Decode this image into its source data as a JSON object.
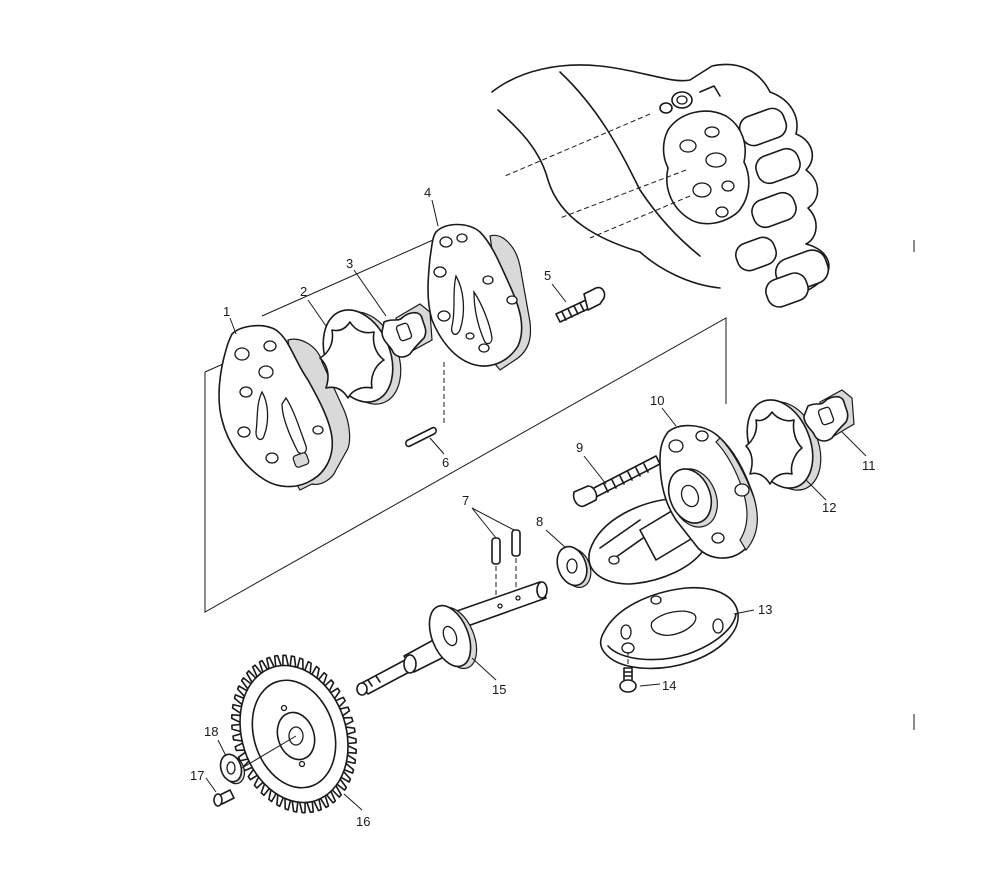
{
  "diagram": {
    "callouts": [
      {
        "id": "callout-1",
        "label": "1"
      },
      {
        "id": "callout-2",
        "label": "2"
      },
      {
        "id": "callout-3",
        "label": "3"
      },
      {
        "id": "callout-4",
        "label": "4"
      },
      {
        "id": "callout-5",
        "label": "5"
      },
      {
        "id": "callout-6",
        "label": "6"
      },
      {
        "id": "callout-7",
        "label": "7"
      },
      {
        "id": "callout-8",
        "label": "8"
      },
      {
        "id": "callout-9",
        "label": "9"
      },
      {
        "id": "callout-10",
        "label": "10"
      },
      {
        "id": "callout-11",
        "label": "11"
      },
      {
        "id": "callout-12",
        "label": "12"
      },
      {
        "id": "callout-13",
        "label": "13"
      },
      {
        "id": "callout-14",
        "label": "14"
      },
      {
        "id": "callout-15",
        "label": "15"
      },
      {
        "id": "callout-16",
        "label": "16"
      },
      {
        "id": "callout-17",
        "label": "17"
      },
      {
        "id": "callout-18",
        "label": "18"
      }
    ],
    "colors": {
      "ink": "#1a1a1a",
      "paper": "#ffffff",
      "shade": "#d9d9d9"
    }
  }
}
